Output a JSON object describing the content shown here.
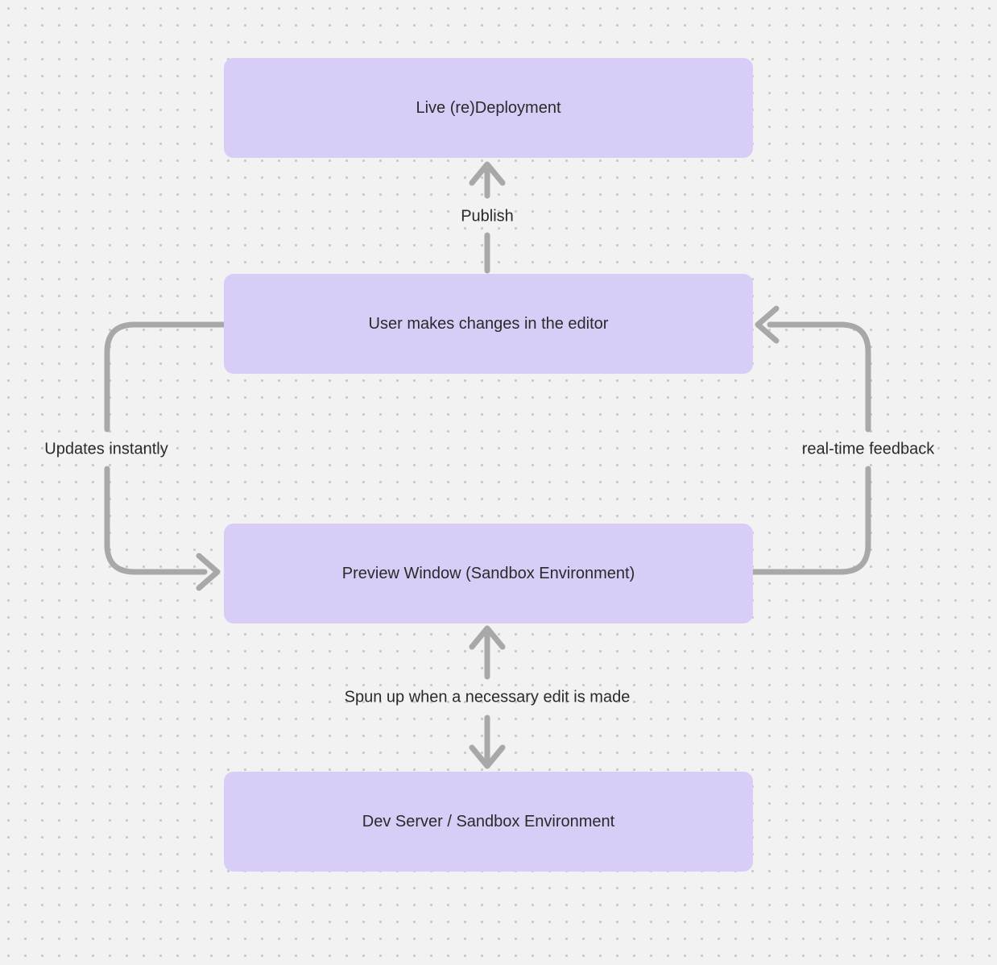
{
  "diagram": {
    "nodes": [
      {
        "id": "live-redeployment",
        "label": "Live (re)Deployment"
      },
      {
        "id": "user-editor",
        "label": "User makes changes in the editor"
      },
      {
        "id": "preview-window",
        "label": "Preview Window (Sandbox Environment)"
      },
      {
        "id": "dev-server",
        "label": "Dev Server / Sandbox Environment"
      }
    ],
    "edges": [
      {
        "id": "publish",
        "label": "Publish",
        "from": "user-editor",
        "to": "live-redeployment",
        "direction": "up"
      },
      {
        "id": "updates-instantly",
        "label": "Updates instantly",
        "from": "user-editor",
        "to": "preview-window",
        "direction": "left-loop-down"
      },
      {
        "id": "realtime-feedback",
        "label": "real-time feedback",
        "from": "preview-window",
        "to": "user-editor",
        "direction": "right-loop-up"
      },
      {
        "id": "spun-up",
        "label": "Spun up when a necessary edit is made",
        "from": "preview-window",
        "to": "dev-server",
        "direction": "bidirectional"
      }
    ],
    "colors": {
      "background": "#f2f2f2",
      "grid_dot": "#c9c9c9",
      "node_fill": "#d8cdf6",
      "arrow": "#a8a8a8",
      "text": "#2a2a2a"
    }
  }
}
